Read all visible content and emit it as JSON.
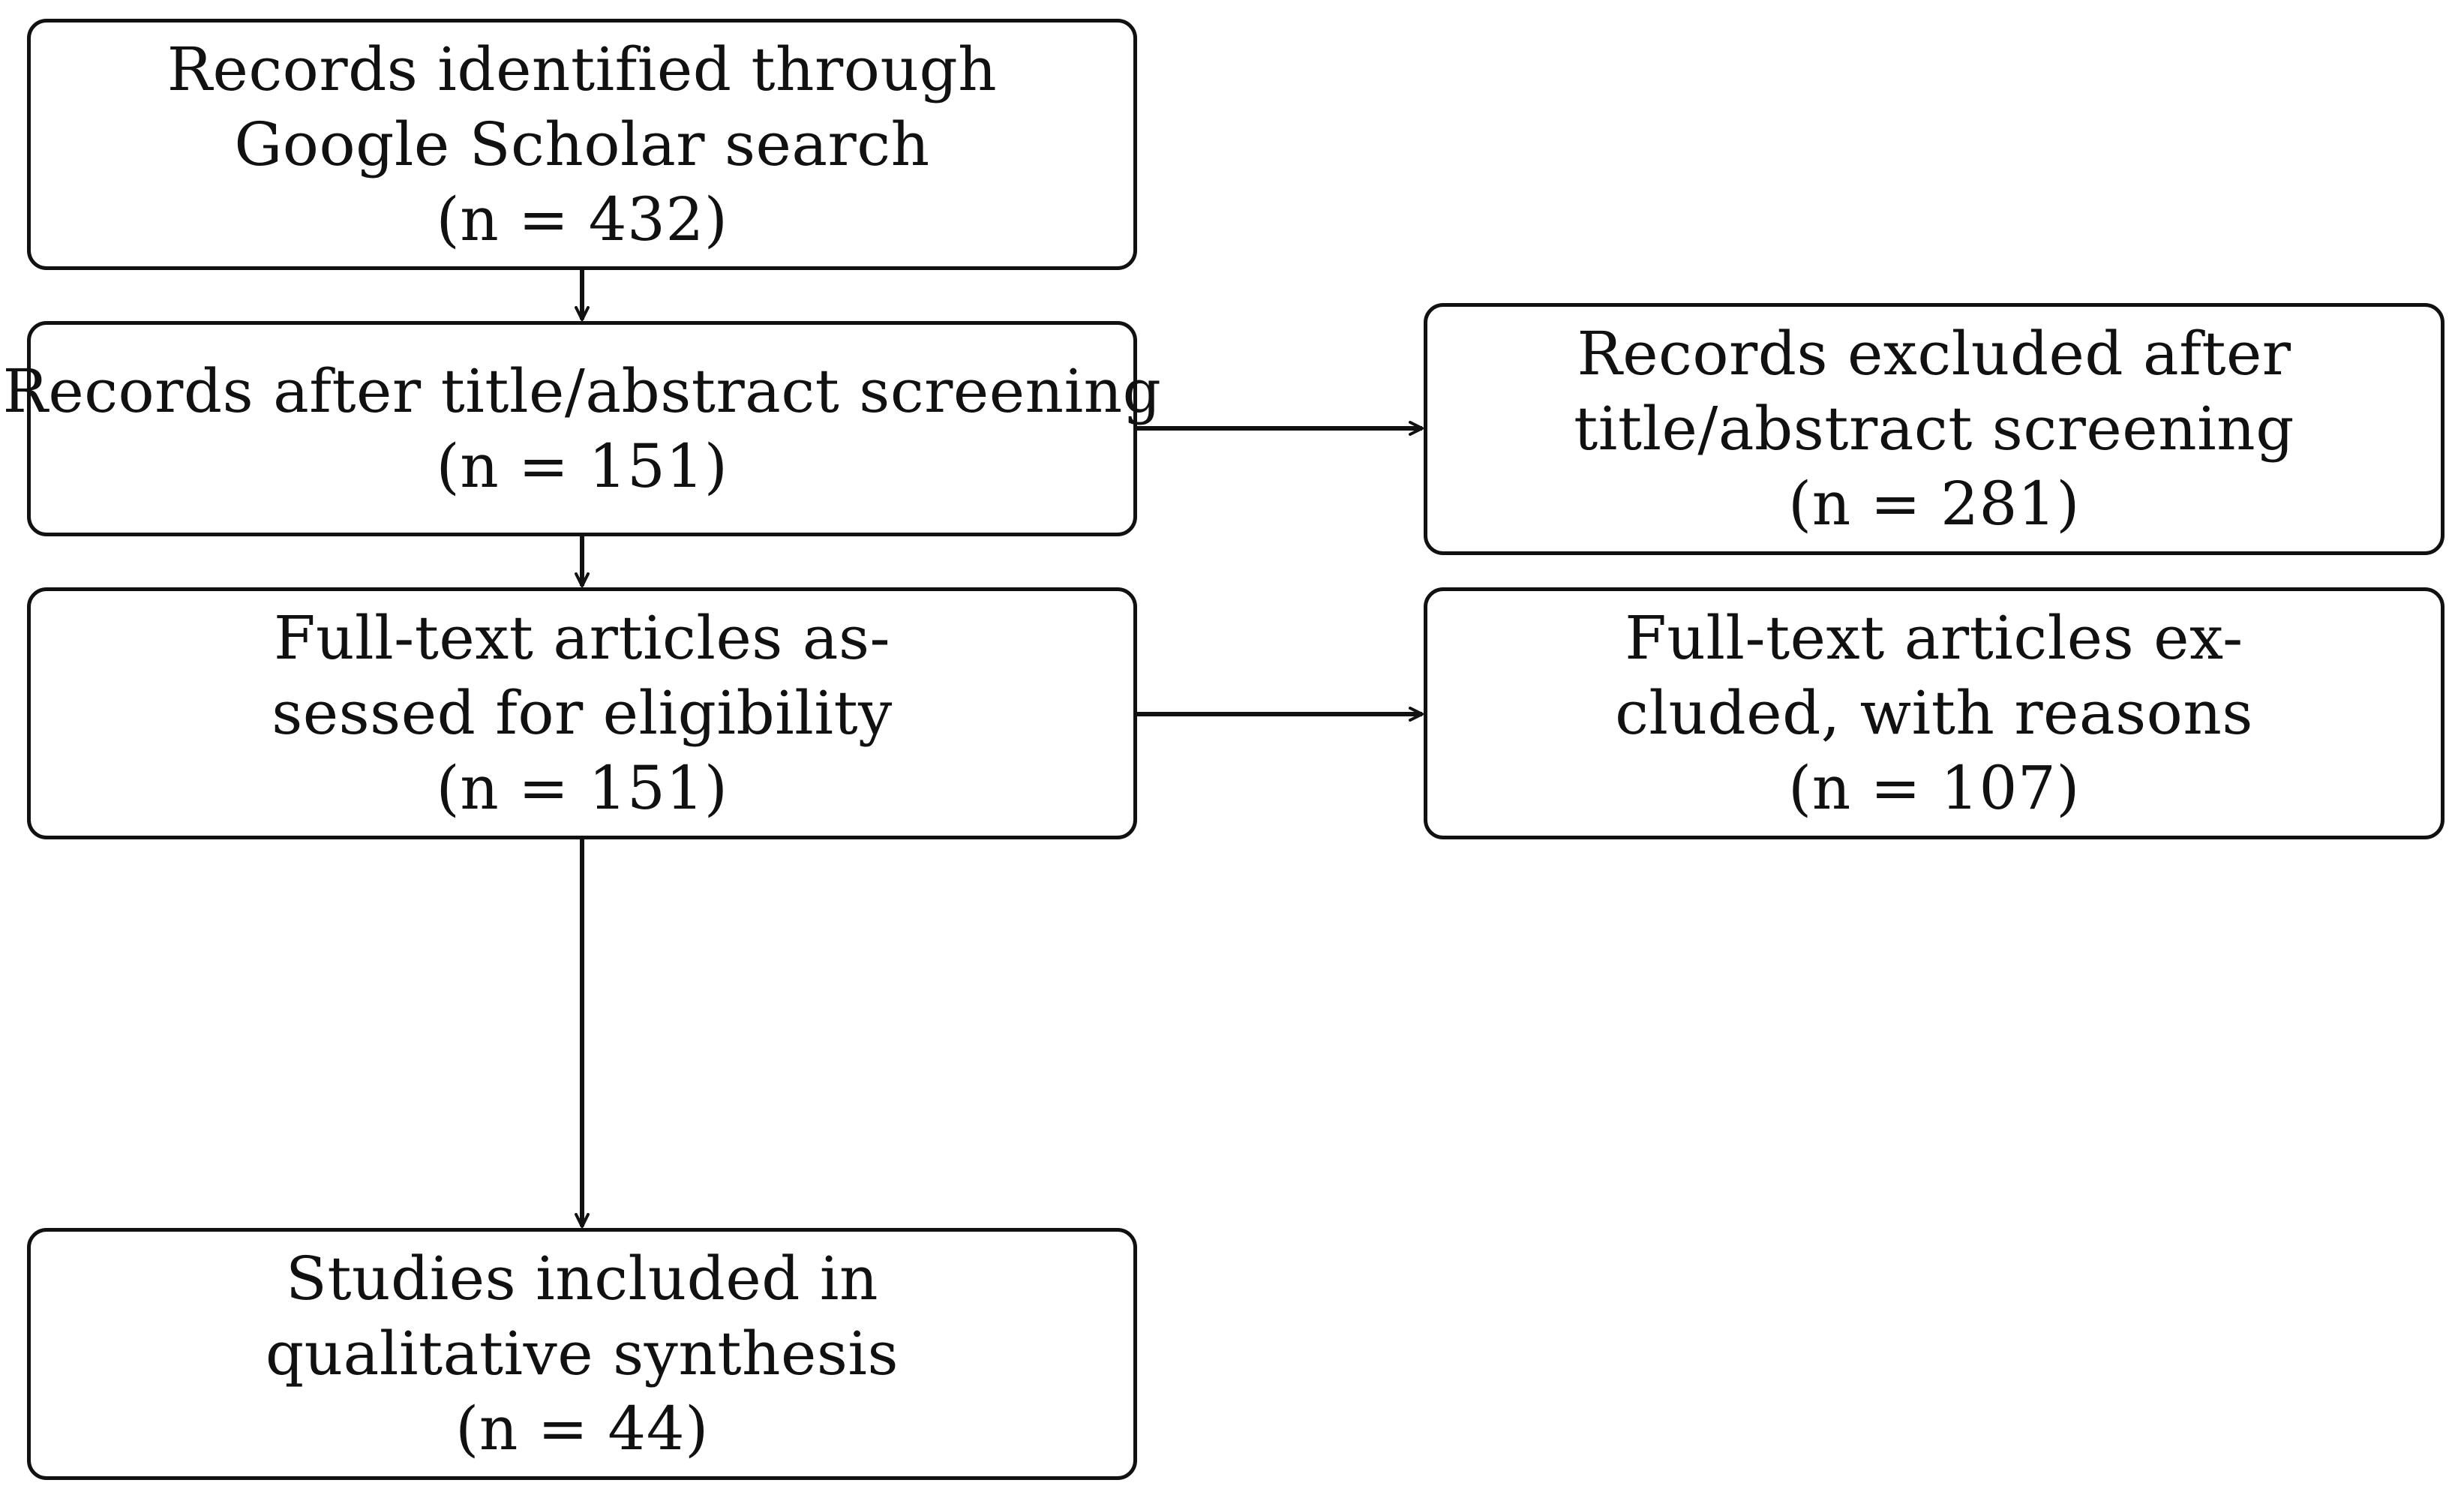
{
  "boxes": {
    "identified": {
      "line1": "Records identified through",
      "line2": "Google Scholar search",
      "count": "(n = 432)"
    },
    "screened": {
      "line1": "Records after title/abstract screening",
      "count": "(n = 151)"
    },
    "excluded_screening": {
      "line1": "Records excluded after",
      "line2": "title/abstract screening",
      "count": "(n = 281)"
    },
    "fulltext": {
      "line1": "Full-text articles as-",
      "line2": "sessed for eligibility",
      "count": "(n = 151)"
    },
    "excluded_fulltext": {
      "line1": "Full-text articles ex-",
      "line2": "cluded, with reasons",
      "count": "(n = 107)"
    },
    "included": {
      "line1": "Studies included in",
      "line2": "qualitative synthesis",
      "count": "(n = 44)"
    }
  },
  "colors": {
    "stroke": "#111111",
    "background": "#ffffff"
  }
}
